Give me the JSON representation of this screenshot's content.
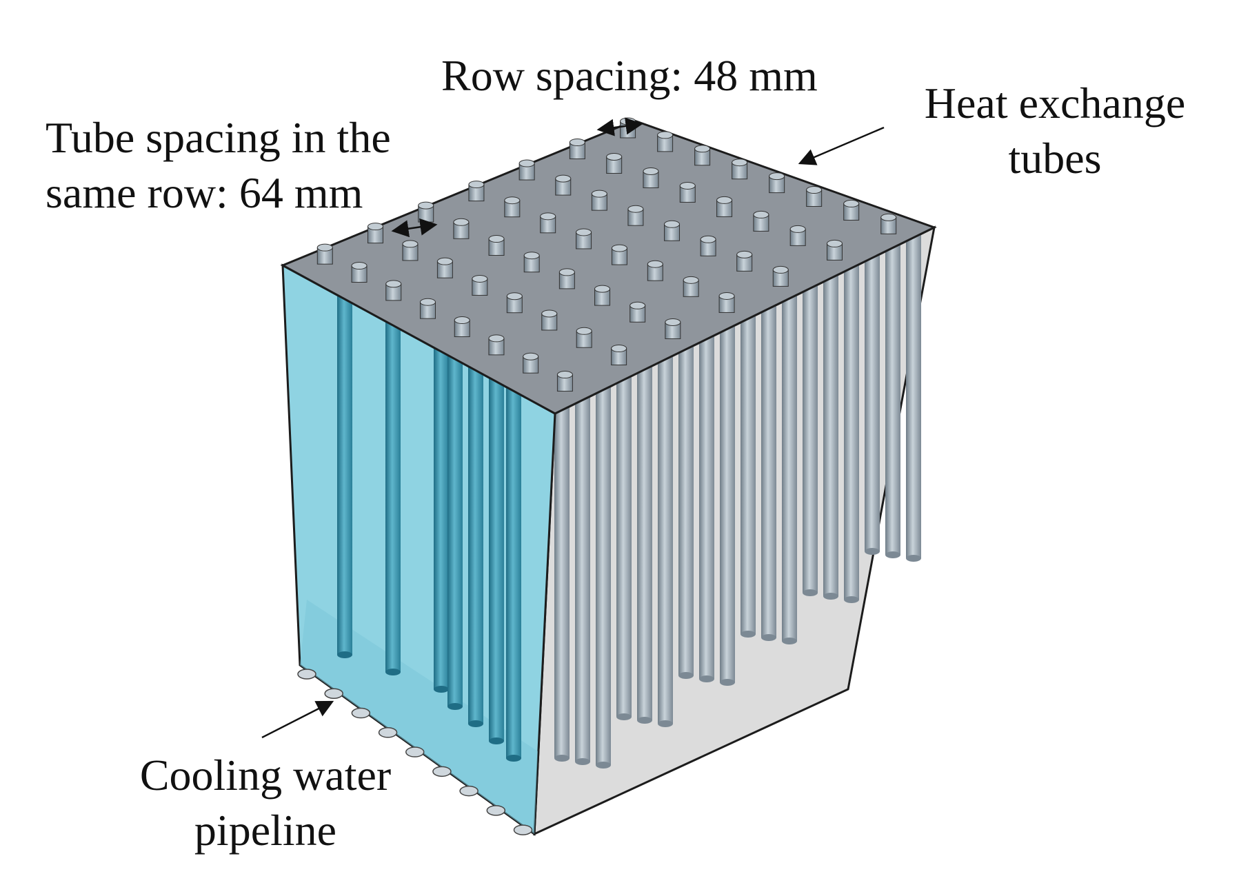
{
  "labels": {
    "row_spacing": "Row spacing: 48 mm",
    "heat_exchange_line1": "Heat exchange",
    "heat_exchange_line2": "tubes",
    "tube_spacing_line1": "Tube spacing in the",
    "tube_spacing_line2": "same row: 64 mm",
    "cooling_line1": "Cooling water",
    "cooling_line2": "pipeline"
  },
  "colors": {
    "front_face": "#8fd3e2",
    "front_tube": "#3a97b0",
    "top_face": "#8f959c",
    "side_face": "#dcdcdc",
    "gray_tube": "#a9b6c0",
    "edge": "#1c1c1c"
  }
}
